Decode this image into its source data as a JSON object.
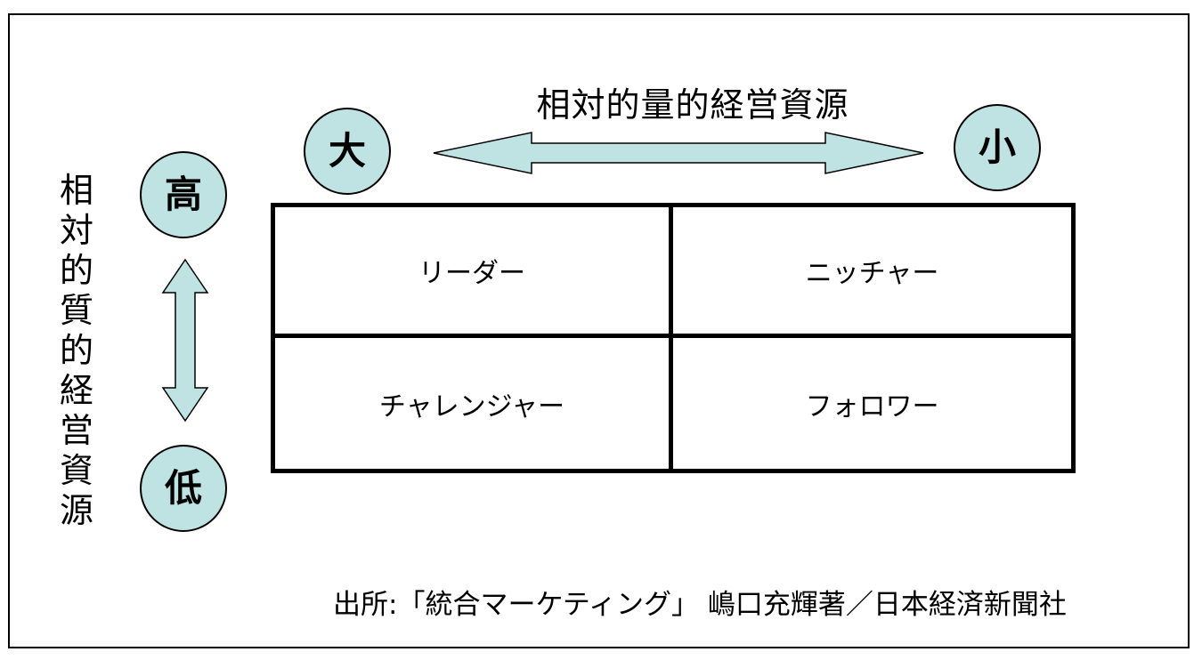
{
  "horizontal_axis": {
    "title": "相対的量的経営資源",
    "left_label": "大",
    "right_label": "小"
  },
  "vertical_axis": {
    "title_chars": [
      "相",
      "対",
      "的",
      "質",
      "的",
      "経",
      "営",
      "資",
      "源"
    ],
    "top_label": "高",
    "bottom_label": "低"
  },
  "matrix": {
    "top_left": "リーダー",
    "top_right": "ニッチャー",
    "bottom_left": "チャレンジャー",
    "bottom_right": "フォロワー"
  },
  "source": "出所:「統合マーケティング」 嶋口充輝著／日本経済新聞社",
  "colors": {
    "circle_fill": "#bfe3e3",
    "arrow_fill": "#bfe3e3",
    "line": "#000000"
  }
}
